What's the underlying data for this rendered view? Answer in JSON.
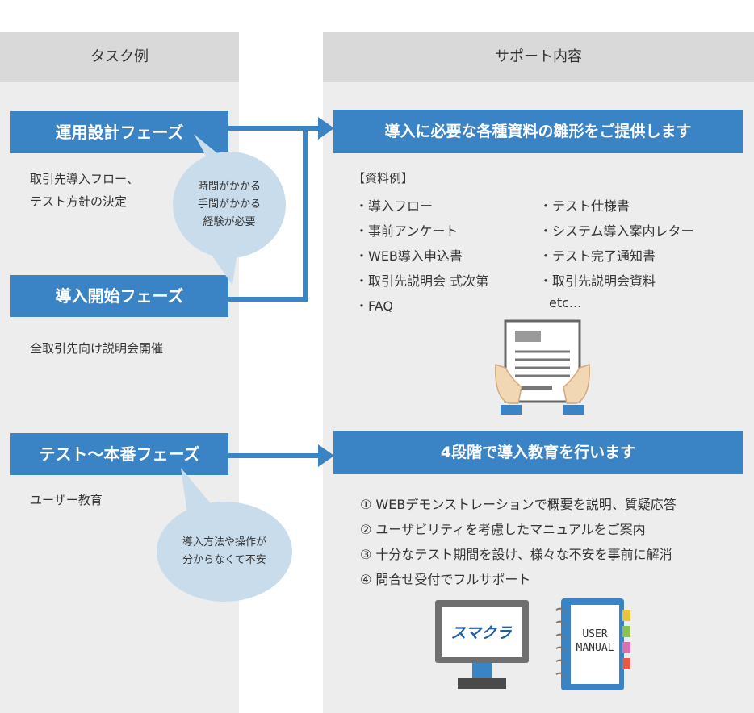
{
  "headers": {
    "tasks": "タスク例",
    "support": "サポート内容"
  },
  "phases": {
    "design": "運用設計フェーズ",
    "start": "導入開始フェーズ",
    "production": "テスト～本番フェーズ"
  },
  "tasks": {
    "design_line1": "取引先導入フロー、",
    "design_line2": "テスト方針の決定",
    "start": "全取引先向け説明会開催",
    "production": "ユーザー教育"
  },
  "bubbles": {
    "top": [
      "時間がかかる",
      "手間がかかる",
      "経験が必要"
    ],
    "bottom": [
      "導入方法や操作が",
      "分からなくて不安"
    ]
  },
  "support": {
    "materials_banner": "導入に必要な各種資料の雛形をご提供します",
    "materials_title": "【資料例】",
    "materials_left": [
      "・導入フロー",
      "・事前アンケート",
      "・WEB導入申込書",
      "・取引先説明会 式次第",
      "・FAQ"
    ],
    "materials_right": [
      "・テスト仕様書",
      "・システム導入案内レター",
      "・テスト完了通知書",
      "・取引先説明会資料",
      "etc..."
    ],
    "education_banner": "4段階で導入教育を行います",
    "education_steps": [
      "① WEBデモンストレーションで概要を説明、質疑応答",
      "② ユーザビリティを考慮したマニュアルをご案内",
      "③ 十分なテスト期間を設け、様々な不安を事前に解消",
      "④ 問合せ受付でフルサポート"
    ]
  },
  "illustrations": {
    "screen_logo": "スマクラ",
    "manual_line1": "USER",
    "manual_line2": "MANUAL"
  },
  "colors": {
    "accent_blue": "#3a83c4",
    "bubble_blue": "#c9dcec",
    "column_bg": "#ededed",
    "header_bg": "#d9d9d9"
  }
}
